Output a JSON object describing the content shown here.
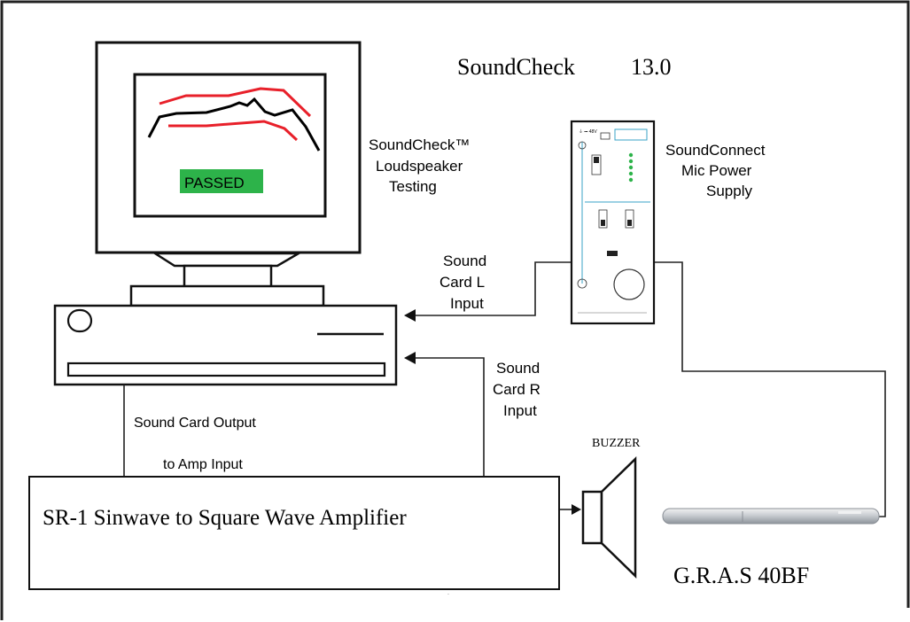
{
  "title": {
    "app_name": "SoundCheck",
    "version": "13.0"
  },
  "monitor": {
    "status_text": "PASSED",
    "status_color": "#2db34a",
    "upper_limit_color": "#e8202a",
    "lower_limit_color": "#e8202a",
    "curve_color": "#000000"
  },
  "labels": {
    "soundcheck_line1": "SoundCheck™",
    "soundcheck_line2": "Loudspeaker",
    "soundcheck_line3": "Testing",
    "soundconnect_line1": "SoundConnect",
    "soundconnect_line2": "Mic Power",
    "soundconnect_line3": "Supply",
    "input_l_line1": "Sound",
    "input_l_line2": "Card L",
    "input_l_line3": "Input",
    "input_r_line1": "Sound",
    "input_r_line2": "Card R",
    "input_r_line3": "Input",
    "output_line1": "Sound Card Output",
    "output_line2": "to Amp Input",
    "buzzer": "BUZZER",
    "amplifier": "SR-1 Sinwave to Square Wave Amplifier",
    "microphone": "G.R.A.S 40BF"
  },
  "icons": [
    "arrow-head-icon",
    "speaker-icon",
    "microphone-icon",
    "power-supply-icon",
    "computer-monitor-icon",
    "cpu-case-icon"
  ]
}
